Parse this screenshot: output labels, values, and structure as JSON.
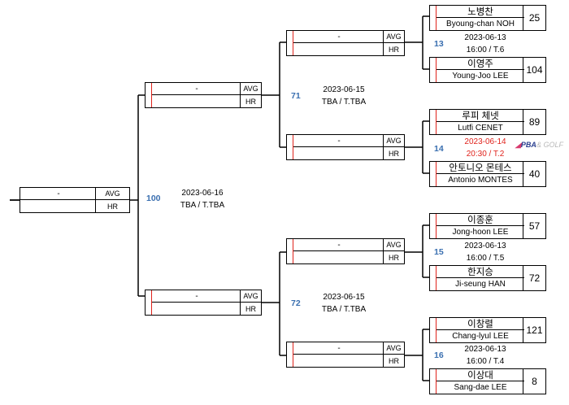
{
  "final": {
    "player": "-",
    "avg_label": "AVG",
    "hr_label": "HR",
    "match_no": "100",
    "date": "2023-06-16",
    "venue": "TBA / T.TBA"
  },
  "semifinals": [
    {
      "player": "-",
      "avg_label": "AVG",
      "hr_label": "HR",
      "match_no": "71",
      "date": "2023-06-15",
      "venue": "TBA / T.TBA"
    },
    {
      "player": "-",
      "avg_label": "AVG",
      "hr_label": "HR",
      "match_no": "72",
      "date": "2023-06-15",
      "venue": "TBA / T.TBA"
    }
  ],
  "quarterfinal_slots": [
    {
      "player": "-",
      "avg_label": "AVG",
      "hr_label": "HR"
    },
    {
      "player": "-",
      "avg_label": "AVG",
      "hr_label": "HR"
    },
    {
      "player": "-",
      "avg_label": "AVG",
      "hr_label": "HR"
    },
    {
      "player": "-",
      "avg_label": "AVG",
      "hr_label": "HR"
    }
  ],
  "round16_matches": [
    {
      "match_no": "13",
      "date": "2023-06-13",
      "time_table": "16:00 / T.6",
      "live": false,
      "players": [
        {
          "name_kr": "노병찬",
          "name_en": "Byoung-chan NOH",
          "score": "25"
        },
        {
          "name_kr": "이영주",
          "name_en": "Young-Joo LEE",
          "score": "104"
        }
      ]
    },
    {
      "match_no": "14",
      "date": "2023-06-14",
      "time_table": "20:30 / T.2",
      "live": true,
      "players": [
        {
          "name_kr": "루피 체넷",
          "name_en": "Lutfi CENET",
          "score": "89"
        },
        {
          "name_kr": "안토니오 몬테스",
          "name_en": "Antonio MONTES",
          "score": "40"
        }
      ]
    },
    {
      "match_no": "15",
      "date": "2023-06-13",
      "time_table": "16:00 / T.5",
      "live": false,
      "players": [
        {
          "name_kr": "이종훈",
          "name_en": "Jong-hoon LEE",
          "score": "57"
        },
        {
          "name_kr": "한지승",
          "name_en": "Ji-seung HAN",
          "score": "72"
        }
      ]
    },
    {
      "match_no": "16",
      "date": "2023-06-13",
      "time_table": "16:00 / T.4",
      "live": false,
      "players": [
        {
          "name_kr": "이창렬",
          "name_en": "Chang-lyul LEE",
          "score": "121"
        },
        {
          "name_kr": "이상대",
          "name_en": "Sang-dae LEE",
          "score": "8"
        }
      ]
    }
  ],
  "broadcast_logo": {
    "mark": "◢",
    "brand": "PBA",
    "suffix": "& GOLF",
    "icon": "pba-golf-logo-icon"
  },
  "colors": {
    "match_no": "#3a6fb0",
    "live_text": "#e0231c",
    "accent_cap": "#e0231c",
    "line": "#000000"
  }
}
